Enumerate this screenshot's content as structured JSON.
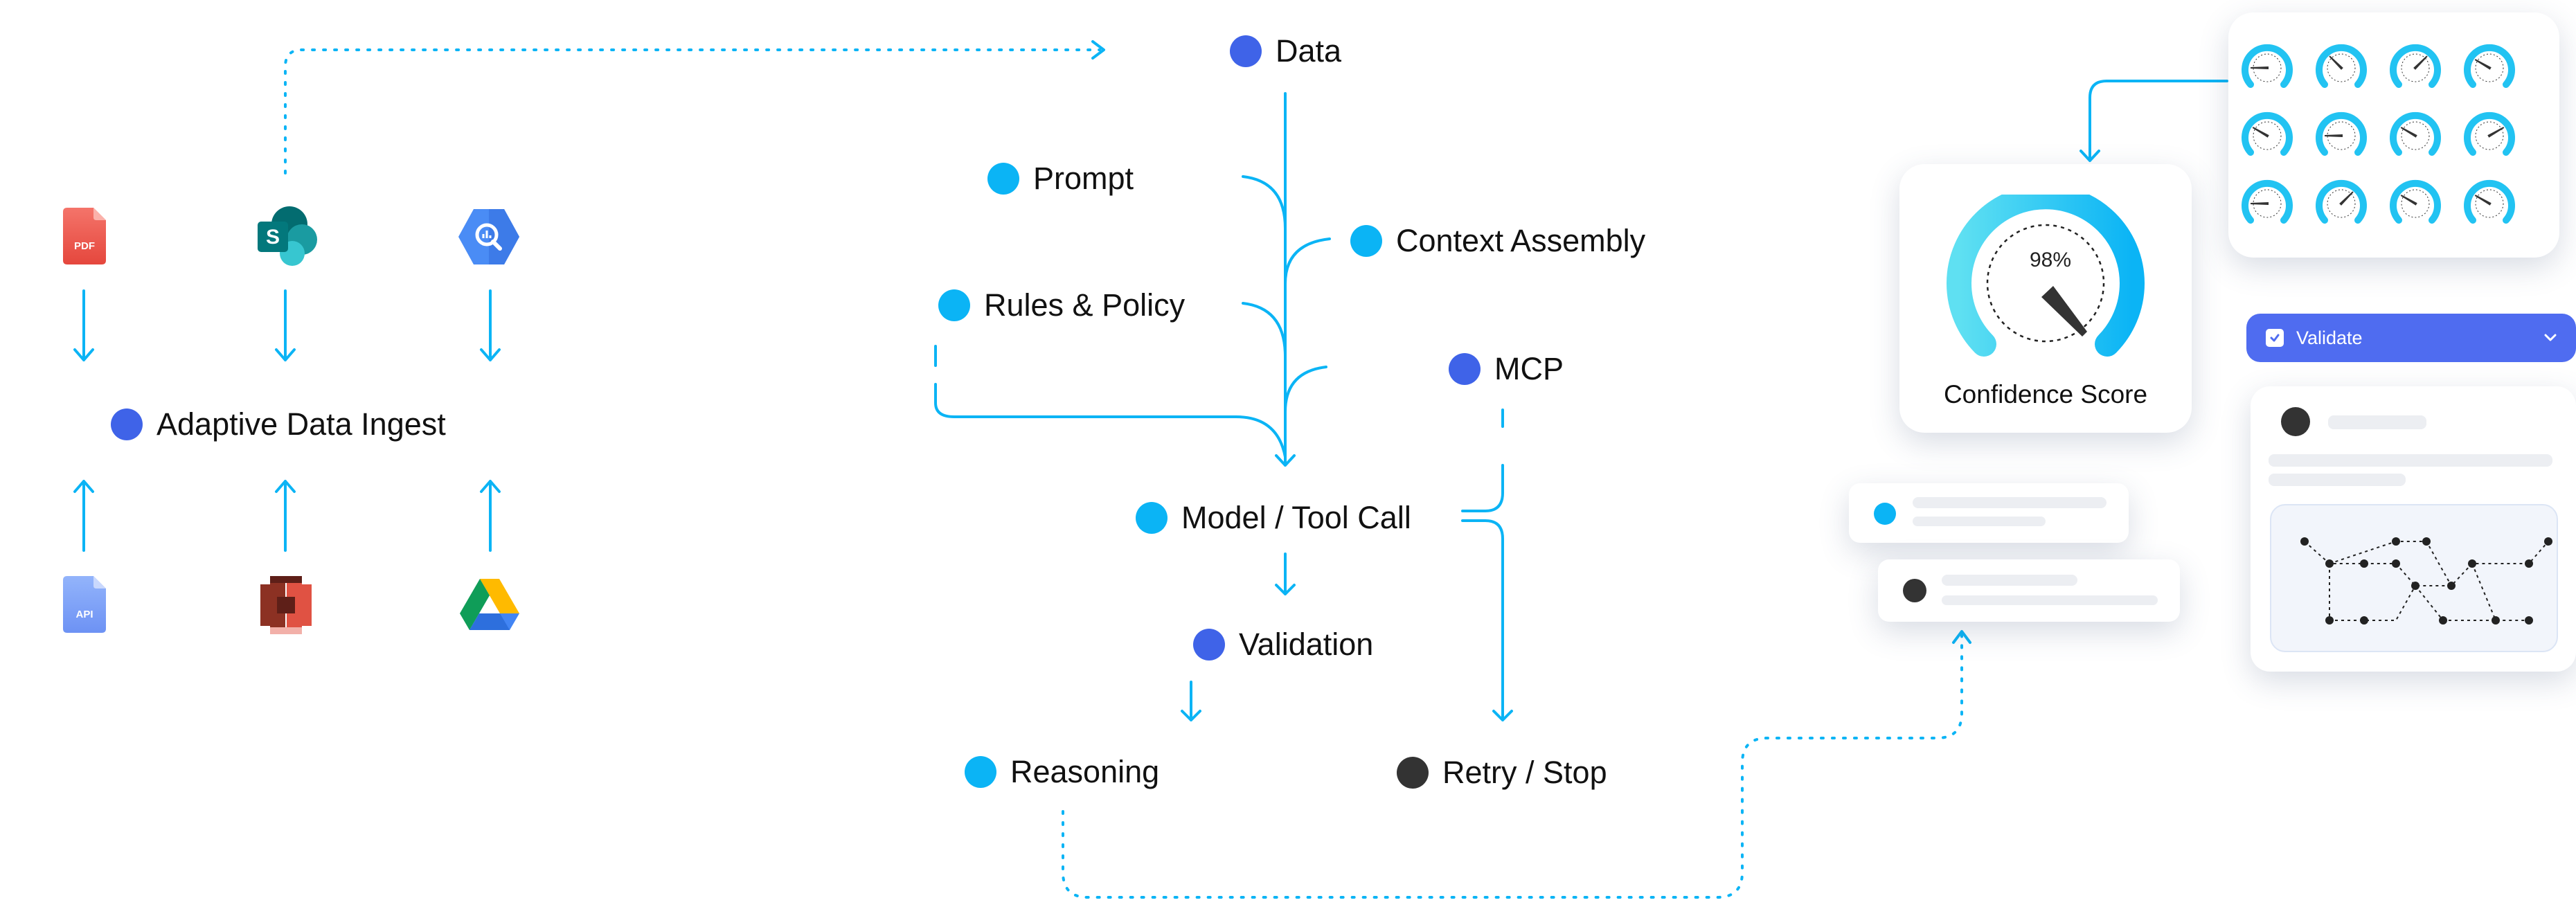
{
  "nodes": {
    "data": "Data",
    "prompt": "Prompt",
    "context_assembly": "Context Assembly",
    "rules_policy": "Rules & Policy",
    "mcp": "MCP",
    "adaptive_ingest": "Adaptive Data Ingest",
    "model_tool_call": "Model / Tool Call",
    "validation": "Validation",
    "reasoning": "Reasoning",
    "retry_stop": "Retry / Stop"
  },
  "sources": {
    "top": [
      {
        "icon": "pdf-file-icon",
        "label": "PDF"
      },
      {
        "icon": "sharepoint-icon",
        "label": "S"
      },
      {
        "icon": "bigquery-icon"
      }
    ],
    "bottom": [
      {
        "icon": "api-file-icon",
        "label": "API"
      },
      {
        "icon": "aws-s3-icon"
      },
      {
        "icon": "google-drive-icon"
      }
    ]
  },
  "confidence": {
    "value_percent": 98,
    "value_text": "98%",
    "label": "Confidence Score"
  },
  "validate_panel": {
    "label": "Validate"
  },
  "colors": {
    "line": "#0BB4F5",
    "cyan": "#0BB4F5",
    "blue": "#3F63E8",
    "dark": "#333333",
    "validate_bar": "#4F6CF0"
  }
}
